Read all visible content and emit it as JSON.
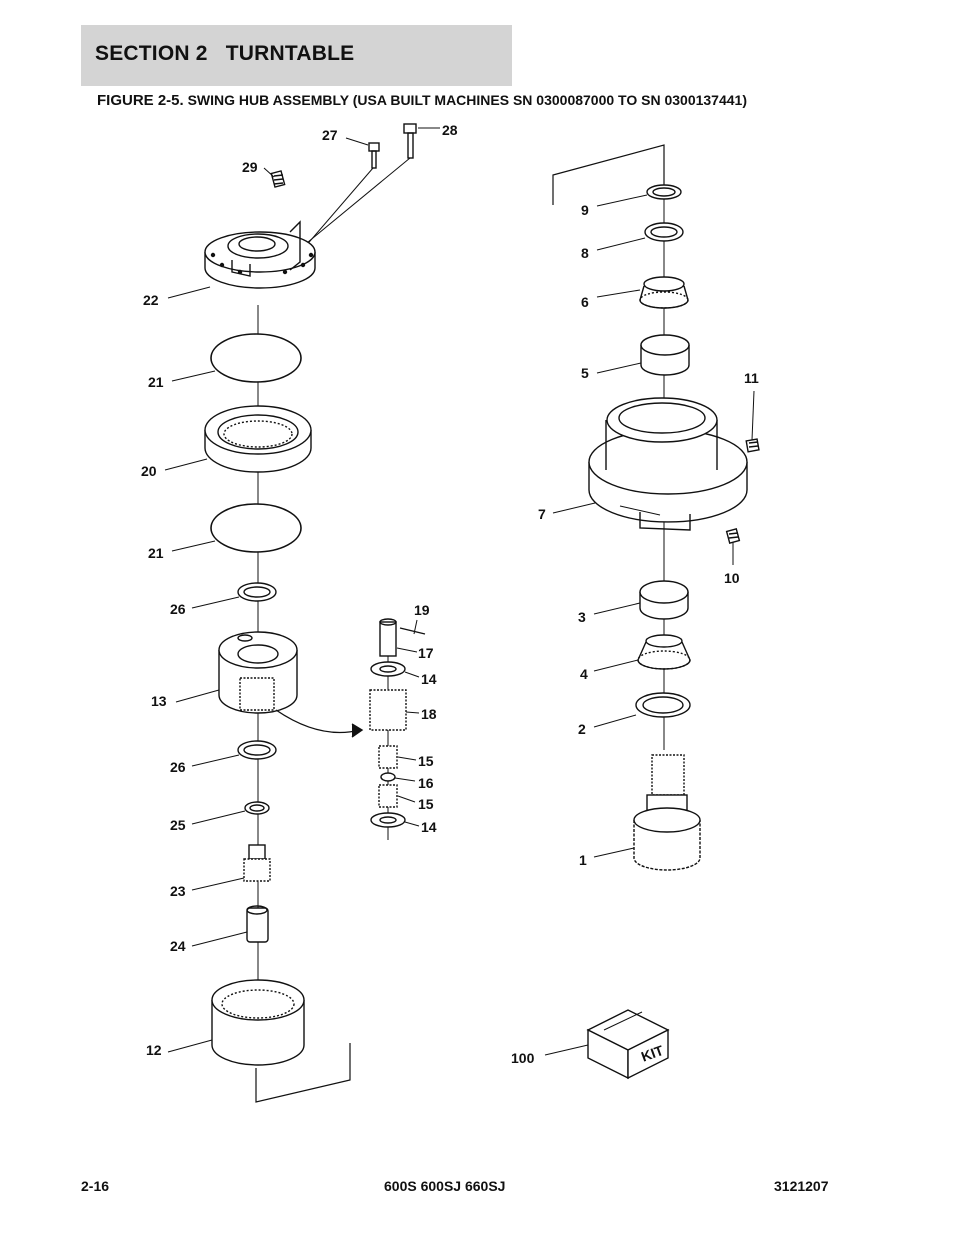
{
  "section": {
    "title": "SECTION 2   TURNTABLE"
  },
  "figure": {
    "prefix": "FIGURE 2-5.",
    "title": " SWING HUB ASSEMBLY (USA BUILT MACHINES SN 0300087000 TO SN 0300137441)"
  },
  "callouts": [
    "27",
    "28",
    "29",
    "22",
    "21",
    "20",
    "21",
    "26",
    "13",
    "26",
    "25",
    "23",
    "24",
    "12",
    "19",
    "17",
    "14",
    "18",
    "15",
    "16",
    "15",
    "14",
    "9",
    "8",
    "6",
    "5",
    "11",
    "7",
    "10",
    "3",
    "4",
    "2",
    "1",
    "100"
  ],
  "kit_label": "KIT",
  "footer": {
    "page": "2-16",
    "models": "600S 600SJ 660SJ",
    "doc_number": "3121207"
  }
}
